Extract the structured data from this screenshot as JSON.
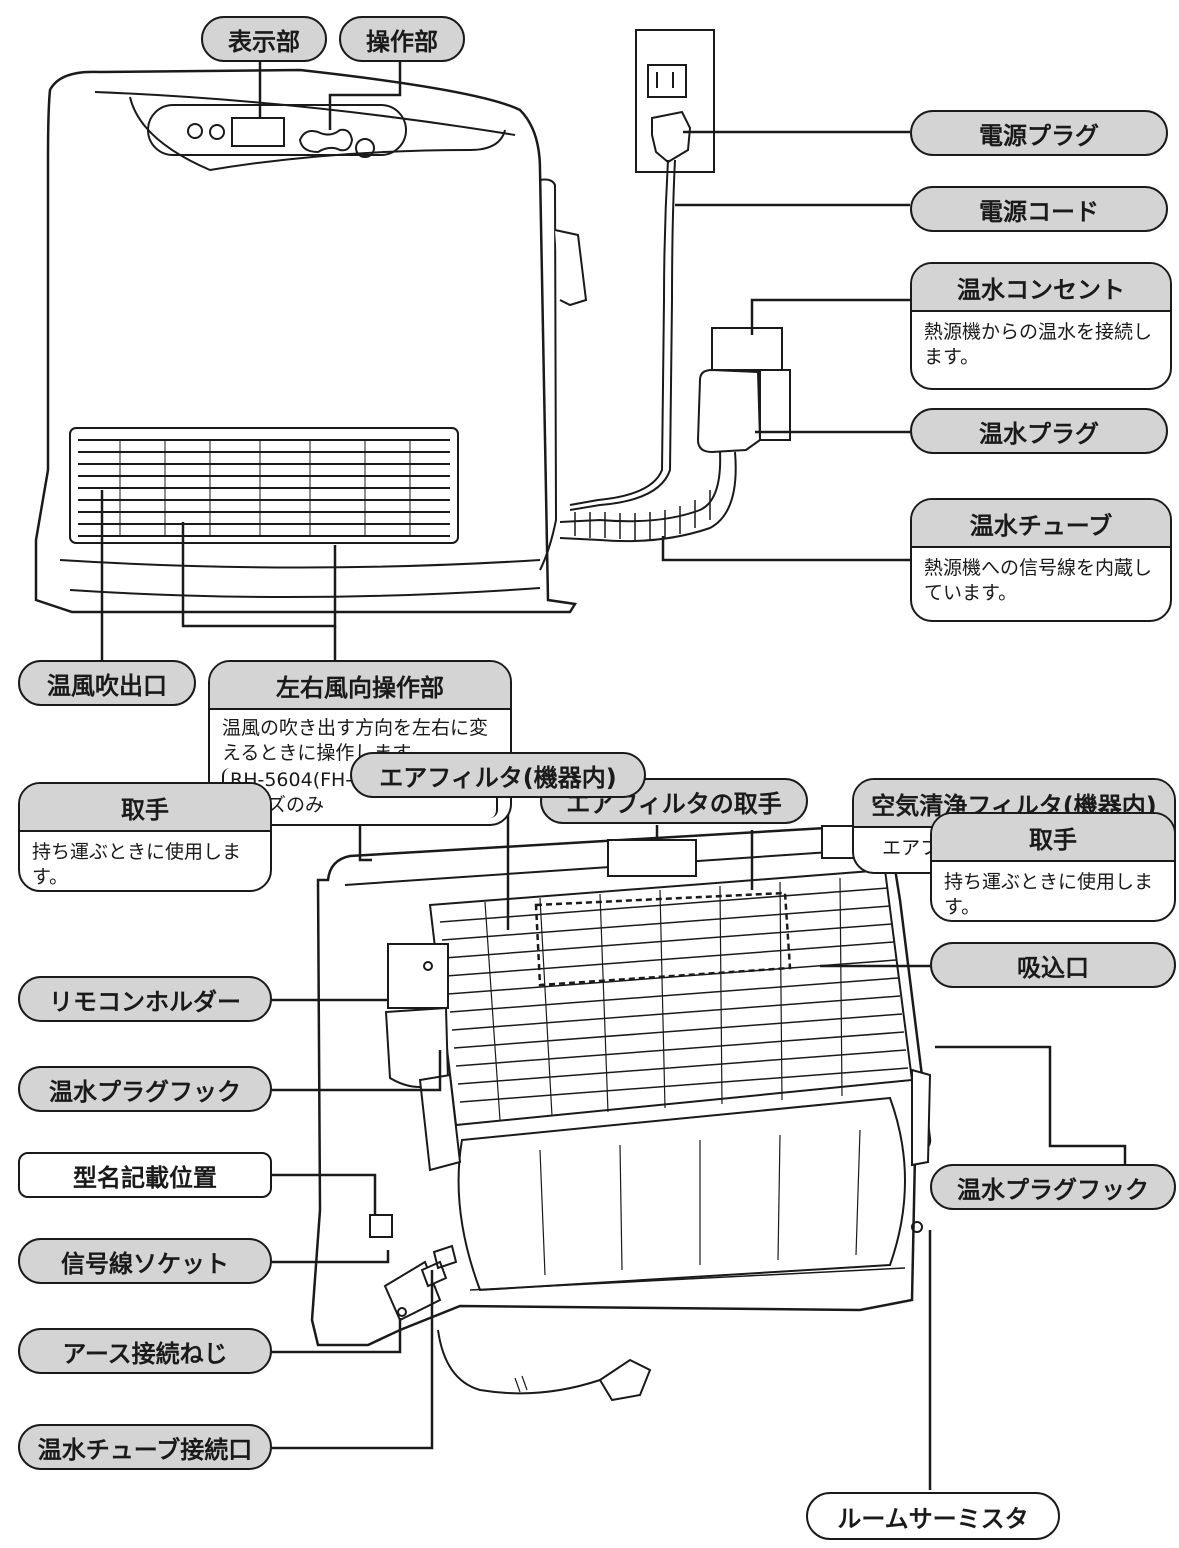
{
  "labels": {
    "display_part": "表示部",
    "operation_part": "操作部",
    "power_plug": "電源プラグ",
    "power_cord": "電源コード",
    "hot_water_outlet": {
      "title": "温水コンセント",
      "desc": "熱源機からの温水を接続します。"
    },
    "hot_water_plug": "温水プラグ",
    "hot_water_tube": {
      "title": "温水チューブ",
      "desc": "熱源機への信号線を内蔵しています。"
    },
    "warm_air_outlet": "温風吹出口",
    "louver_control": {
      "title": "左右風向操作部",
      "desc": "温風の吹き出す方向を左右に変えるときに操作します。",
      "note_line1": "RH-5604(FH-5616)シ",
      "note_line2": "リーズのみ"
    },
    "air_filter_handle": "エアフィルタの取手",
    "air_purify_filter": {
      "title": "空気清浄フィルタ(機器内)",
      "desc": "エアフィルタに取り付けます。"
    },
    "air_filter_inside": "エアフィルタ(機器内)",
    "handle_left": {
      "title": "取手",
      "desc": "持ち運ぶときに使用します。"
    },
    "handle_right": {
      "title": "取手",
      "desc": "持ち運ぶときに使用します。"
    },
    "remote_holder": "リモコンホルダー",
    "intake": "吸込口",
    "hot_water_plug_hook_left": "温水プラグフック",
    "hot_water_plug_hook_right": "温水プラグフック",
    "model_label_position": "型名記載位置",
    "signal_socket": "信号線ソケット",
    "ground_screw": "アース接続ねじ",
    "tube_connection_port": "温水チューブ接続口",
    "room_thermistor": "ルームサーミスタ"
  }
}
